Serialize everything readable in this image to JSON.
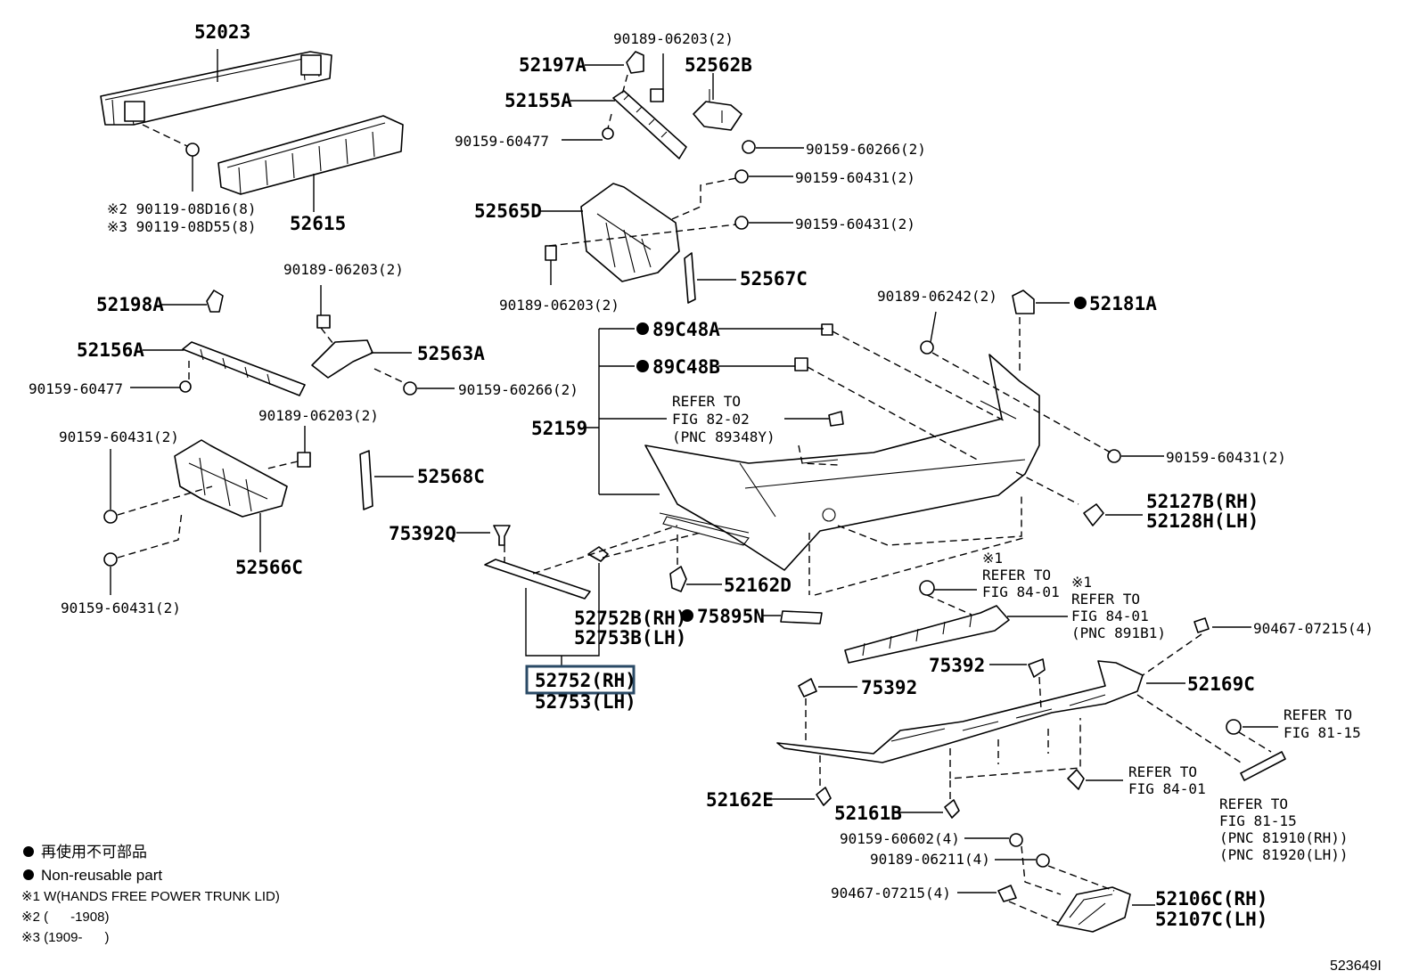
{
  "callouts": {
    "p52023": "52023",
    "p90119_d16": "※2 90119-08D16(8)",
    "p90119_d55": "※3 90119-08D55(8)",
    "p52615": "52615",
    "p90189_top": "90189-06203(2)",
    "p52197A": "52197A",
    "p52562B": "52562B",
    "p52155A": "52155A",
    "p90159_60477_top": "90159-60477",
    "p90159_60266_top": "90159-60266(2)",
    "p90159_60431_a": "90159-60431(2)",
    "p52565D": "52565D",
    "p90159_60431_b": "90159-60431(2)",
    "p90189_mid": "90189-06203(2)",
    "p52567C": "52567C",
    "p90189_left": "90189-06203(2)",
    "p52198A": "52198A",
    "p52156A": "52156A",
    "p52563A": "52563A",
    "p90159_60477_left": "90159-60477",
    "p90159_60266_left": "90159-60266(2)",
    "p90189_left2": "90189-06203(2)",
    "p90159_60431_c": "90159-60431(2)",
    "p52568C": "52568C",
    "p52566C": "52566C",
    "p90159_60431_d": "90159-60431(2)",
    "p90189_06242": "90189-06242(2)",
    "p52181A": "52181A",
    "p89C48A": "89C48A",
    "p89C48B": "89C48B",
    "refer_8202_1": "REFER TO",
    "refer_8202_2": "FIG 82-02",
    "refer_8202_3": "(PNC 89348Y)",
    "p52159": "52159",
    "p90159_60431_e": "90159-60431(2)",
    "p52127B": "52127B(RH)",
    "p52128H": "52128H(LH)",
    "p75392Q": "75392Q",
    "p52162D": "52162D",
    "star1_a": "※1",
    "refer_8401_a1": "REFER TO",
    "refer_8401_a2": "FIG 84-01",
    "star1_b": "※1",
    "refer_8401_b1": "REFER TO",
    "refer_8401_b2": "FIG 84-01",
    "refer_8401_b3": "(PNC 891B1)",
    "p52752B": "52752B(RH)",
    "p52753B": "52753B(LH)",
    "p75895N": "75895N",
    "p90467_top": "90467-07215(4)",
    "p75392_a": "75392",
    "p75392_b": "75392",
    "p52169C": "52169C",
    "p52752": "52752(RH)",
    "p52753": "52753(LH)",
    "refer_8115_a1": "REFER TO",
    "refer_8115_a2": "FIG 81-15",
    "refer_8401_c1": "REFER TO",
    "refer_8401_c2": "FIG 84-01",
    "p52162E": "52162E",
    "p52161B": "52161B",
    "refer_8115_b1": "REFER TO",
    "refer_8115_b2": "FIG 81-15",
    "refer_8115_b3": "(PNC 81910(RH))",
    "refer_8115_b4": "(PNC 81920(LH))",
    "p90159_60602": "90159-60602(4)",
    "p90189_06211": "90189-06211(4)",
    "p90467_bottom": "90467-07215(4)",
    "p52106C": "52106C(RH)",
    "p52107C": "52107C(LH)"
  },
  "legend": {
    "jp_nonreusable": "再使用不可部品",
    "en_nonreusable": "Non-reusable part",
    "note1": "※1 W(HANDS FREE POWER TRUNK LID)",
    "note2": "※2 (      -1908)",
    "note3": "※3 (1909-      )"
  },
  "figure_id": "523649I"
}
